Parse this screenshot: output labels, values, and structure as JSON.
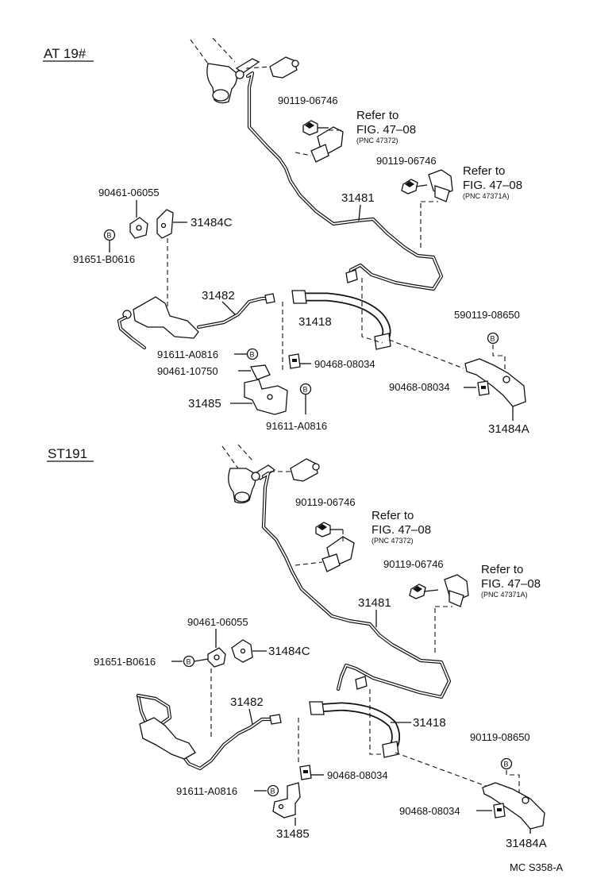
{
  "sections": [
    {
      "title": "AT 19#",
      "labels": {
        "p90119_06746_a": "90119-06746",
        "p90119_06746_b": "90119-06746",
        "p31481": "31481",
        "p90461_06055": "90461-06055",
        "p31484C": "31484C",
        "p91651_B0616": "91651-B0616",
        "p31482": "31482",
        "p31418": "31418",
        "p90119_08650": "590119-08650",
        "p91611_A0816_a": "91611-A0816",
        "p90461_10750": "90461-10750",
        "p90468_08034_a": "90468-08034",
        "p90468_08034_b": "90468-08034",
        "p31485": "31485",
        "p91611_A0816_b": "91611-A0816",
        "p31484A": "31484A"
      },
      "refs": [
        {
          "line1": "Refer to",
          "line2": "FIG. 47–08",
          "line3": "(PNC 47372)"
        },
        {
          "line1": "Refer to",
          "line2": "FIG. 47–08",
          "line3": "(PNC 47371A)"
        }
      ]
    },
    {
      "title": "ST191",
      "labels": {
        "p90119_06746_a": "90119-06746",
        "p90119_06746_b": "90119-06746",
        "p31481": "31481",
        "p90461_06055": "90461-06055",
        "p31484C": "31484C",
        "p91651_B0616": "91651-B0616",
        "p31482": "31482",
        "p31418": "31418",
        "p90119_08650": "90119-08650",
        "p90468_08034_a": "90468-08034",
        "p91611_A0816": "91611-A0816",
        "p90468_08034_b": "90468-08034",
        "p31485": "31485",
        "p31484A": "31484A"
      },
      "refs": [
        {
          "line1": "Refer to",
          "line2": "FIG. 47–08",
          "line3": "(PNC 47372)"
        },
        {
          "line1": "Refer to",
          "line2": "FIG. 47–08",
          "line3": "(PNC 47371A)"
        }
      ]
    }
  ],
  "bolt_symbol": "B",
  "footer_code": "MC S358-A"
}
